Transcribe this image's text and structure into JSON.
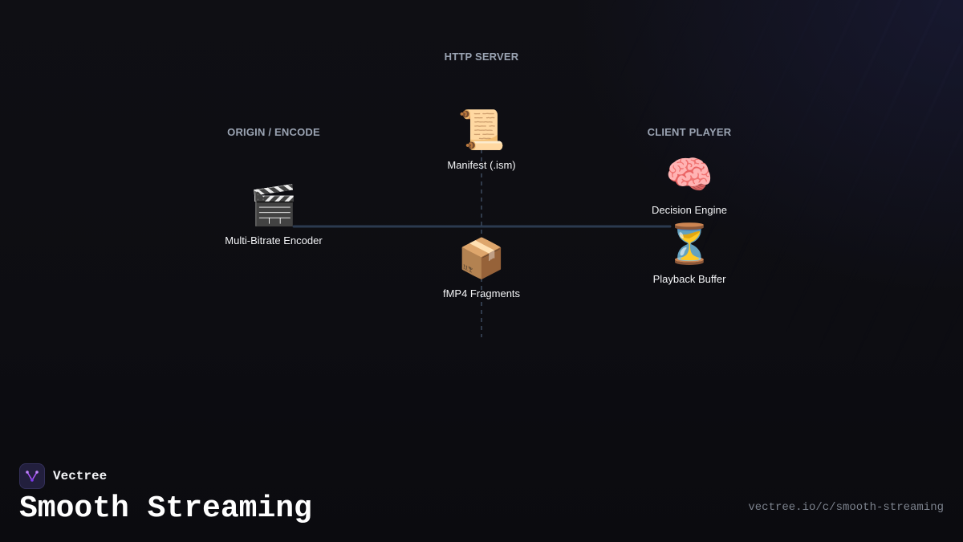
{
  "diagram": {
    "groups": [
      {
        "id": "http-server",
        "label": "HTTP SERVER"
      },
      {
        "id": "origin-encode",
        "label": "ORIGIN / ENCODE"
      },
      {
        "id": "client-player",
        "label": "CLIENT PLAYER"
      }
    ],
    "nodes": [
      {
        "id": "manifest",
        "icon": "scroll-icon",
        "glyph": "📜",
        "label": "Manifest (.ism)"
      },
      {
        "id": "encoder",
        "icon": "clapperboard-icon",
        "glyph": "🎬",
        "label": "Multi-Bitrate Encoder"
      },
      {
        "id": "fragments",
        "icon": "package-icon",
        "glyph": "📦",
        "label": "fMP4 Fragments"
      },
      {
        "id": "decision",
        "icon": "brain-icon",
        "glyph": "🧠",
        "label": "Decision Engine"
      },
      {
        "id": "buffer",
        "icon": "hourglass-icon",
        "glyph": "⏳",
        "label": "Playback Buffer"
      }
    ],
    "edges": [
      {
        "from": "encoder",
        "to": "decision",
        "style": "solid"
      },
      {
        "from": "manifest",
        "to": "fragments",
        "style": "dashed"
      }
    ],
    "colors": {
      "edge_solid": "#2b3a4f",
      "edge_dashed": "#3b4a5e"
    }
  },
  "footer": {
    "brand_name": "Vectree",
    "brand_logo_icon": "vectree-logo-icon",
    "brand_accent": "#a855f7",
    "title": "Smooth Streaming",
    "url": "vectree.io/c/smooth-streaming"
  }
}
